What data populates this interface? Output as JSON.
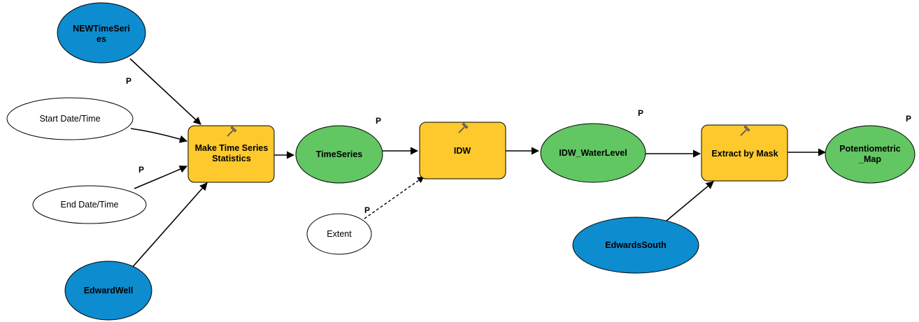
{
  "nodes": {
    "new_time_series": {
      "line1": "NEWTimeSeri",
      "line2": "es",
      "kind": "input-data",
      "color": "#0d8ccf"
    },
    "start_date_time": {
      "label": "Start Date/Time",
      "kind": "variable",
      "color": "#ffffff"
    },
    "end_date_time": {
      "label": "End Date/Time",
      "kind": "variable",
      "color": "#ffffff"
    },
    "edward_well": {
      "label": "EdwardWell",
      "kind": "input-data",
      "color": "#0d8ccf"
    },
    "make_time_series_statistics": {
      "line1": "Make Time Series",
      "line2": "Statistics",
      "kind": "tool",
      "color": "#fdc92d"
    },
    "time_series": {
      "label": "TimeSeries",
      "kind": "derived-data",
      "color": "#62c663"
    },
    "extent": {
      "label": "Extent",
      "kind": "variable",
      "color": "#ffffff"
    },
    "idw": {
      "label": "IDW",
      "kind": "tool",
      "color": "#fdc92d"
    },
    "idw_water_level": {
      "label": "IDW_WaterLevel",
      "kind": "derived-data",
      "color": "#62c663"
    },
    "edwards_south": {
      "label": "EdwardsSouth",
      "kind": "input-data",
      "color": "#0d8ccf"
    },
    "extract_by_mask": {
      "label": "Extract by Mask",
      "kind": "tool",
      "color": "#fdc92d"
    },
    "potentiometric_map": {
      "line1": "Potentiometric",
      "line2": "_Map",
      "kind": "derived-data",
      "color": "#62c663"
    }
  },
  "parameter_marks": {
    "new_time_series": "P",
    "time_series": "P",
    "end_date_time": "P",
    "extent": "P",
    "idw_water_level": "P",
    "potentiometric_map": "P"
  },
  "tool_icon": "hammer-icon",
  "colors": {
    "stroke": "#000000",
    "input_data": "#0d8ccf",
    "derived_data": "#62c663",
    "tool": "#fdc92d",
    "variable": "#ffffff"
  }
}
